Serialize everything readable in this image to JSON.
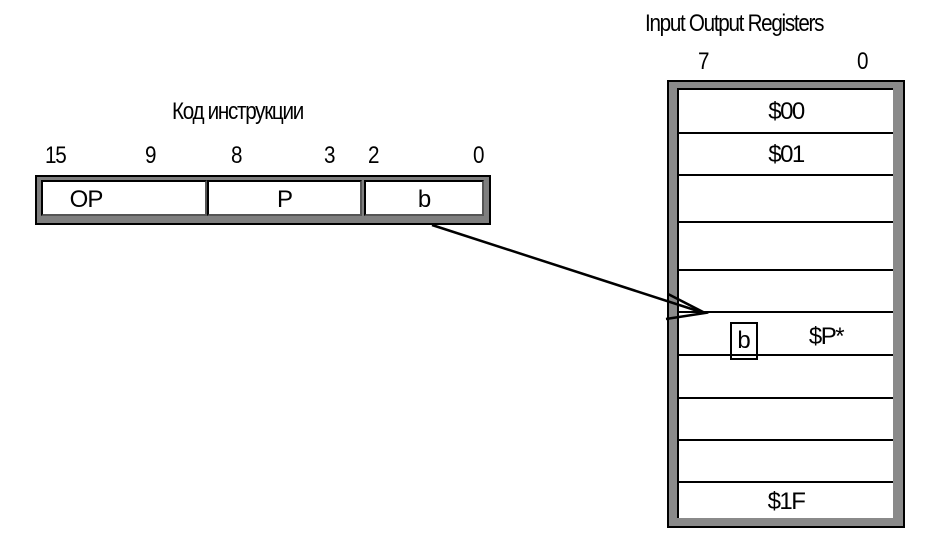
{
  "instruction": {
    "title": "Код инструкции",
    "bit_numbers": [
      "15",
      "9",
      "8",
      "3",
      "2",
      "0"
    ],
    "fields": {
      "op": "OP",
      "p": "P",
      "b": "b"
    }
  },
  "registers": {
    "title": "Input Output Registers",
    "bit_high": "7",
    "bit_low": "0",
    "rows": {
      "r00": "$00",
      "r01": "$01",
      "target": "$P*",
      "target_bit": "b",
      "r1f": "$1F"
    }
  }
}
